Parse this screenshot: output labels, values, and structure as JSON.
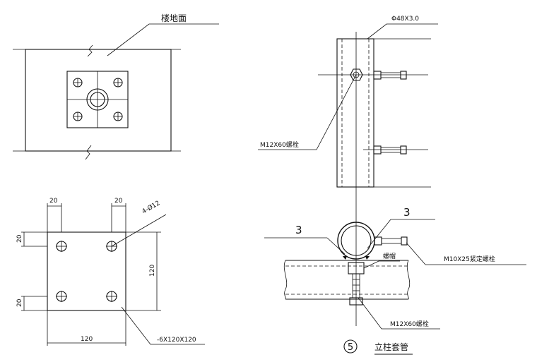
{
  "labels": {
    "floor_surface": "楼地面",
    "pipe_spec": "Φ48X3.0",
    "bolt_upper": "M12X60螺栓",
    "hole_spec": "4-Ø12",
    "dim_20_top_left": "20",
    "dim_20_top_right": "20",
    "dim_20_left_upper": "20",
    "dim_20_left_lower": "20",
    "dim_120_right": "120",
    "dim_120_bottom": "120",
    "plate_spec": "-6X120X120",
    "weld_left": "3",
    "weld_right": "3",
    "set_bolt": "M10X25紧定螺栓",
    "nut": "螺帽",
    "bolt_lower": "M12X60螺栓",
    "detail_number": "5",
    "detail_title": "立柱套管"
  }
}
